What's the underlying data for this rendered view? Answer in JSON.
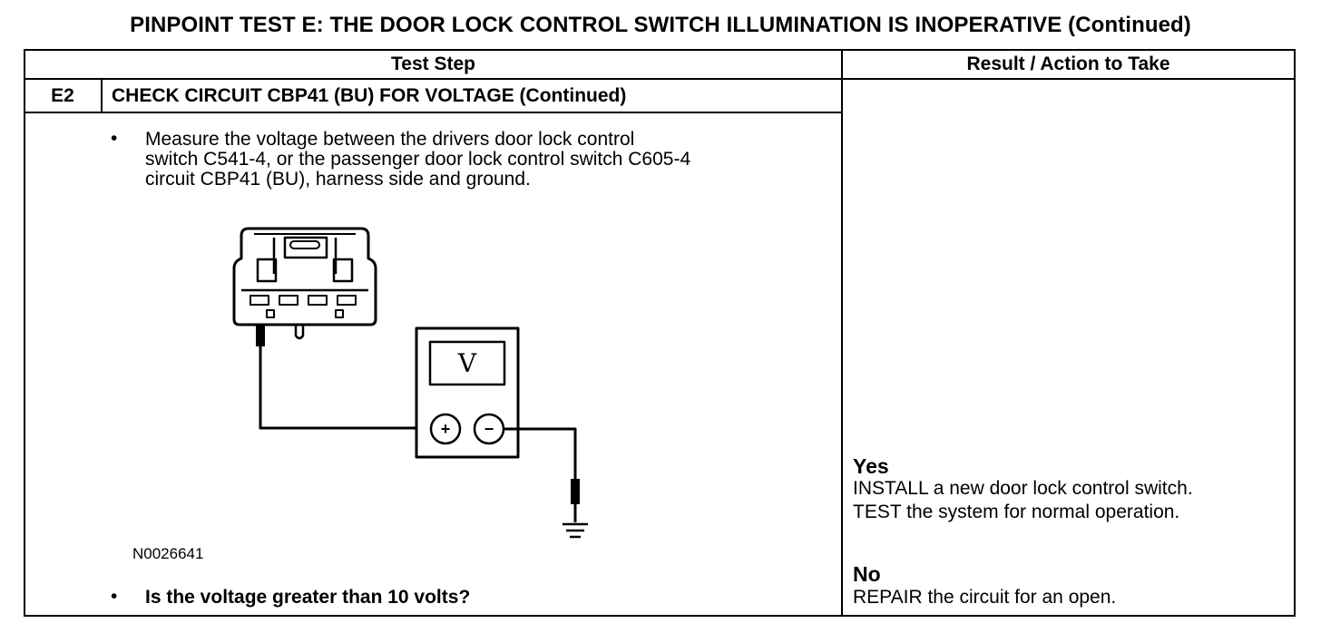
{
  "title": "PINPOINT TEST  E: THE DOOR LOCK CONTROL SWITCH ILLUMINATION IS INOPERATIVE (Continued)",
  "table": {
    "headers": [
      "Test Step",
      "Result / Action to Take"
    ],
    "step": {
      "id": "E2",
      "title": "CHECK CIRCUIT CBP41 (BU) FOR VOLTAGE (Continued)",
      "bullet": "•",
      "instruction_lines": [
        "Measure the voltage between the drivers door lock control",
        "switch C541-4, or the passenger door lock control switch C605-4",
        "circuit CBP41 (BU), harness side and ground."
      ],
      "figure_id": "N0026641",
      "question": "Is the voltage greater than 10 volts?"
    },
    "results": {
      "yes": {
        "label": "Yes",
        "lines": [
          "INSTALL a new door lock control switch.",
          "TEST the system for normal operation."
        ]
      },
      "no": {
        "label": "No",
        "lines": [
          "REPAIR the circuit for an open."
        ]
      }
    }
  },
  "meter": {
    "display": "V",
    "plus": "+",
    "minus": "−"
  }
}
